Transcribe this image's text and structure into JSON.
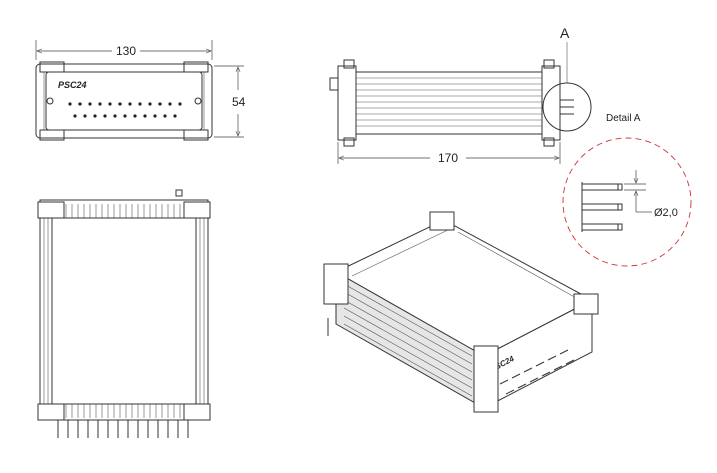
{
  "drawing": {
    "front_view": {
      "width_dim": "130",
      "height_dim": "54",
      "logo": "PSC24"
    },
    "side_view": {
      "length_dim": "170",
      "detail_marker": "A"
    },
    "detail": {
      "title": "Detail A",
      "pin_dim": "Ø2,0"
    },
    "iso_view": {
      "logo": "PSC24"
    }
  }
}
